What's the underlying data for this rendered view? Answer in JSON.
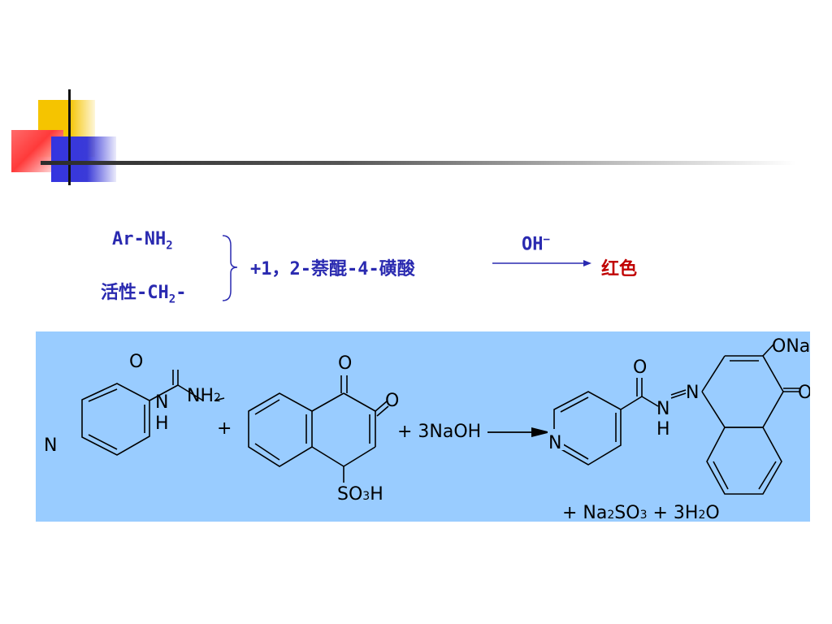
{
  "slide": {
    "decoration": {
      "yellow": "#f5c400",
      "red": "#ff3a3a",
      "blue": "#3434e0"
    },
    "eq1": {
      "amine": "Ar-NH",
      "amine_sub": "2",
      "active_a": "活性-CH",
      "active_sub": "2",
      "active_b": "-",
      "reagent": "+1，2-萘醌-4-磺酸",
      "catalyst": "OH",
      "catalyst_sup": "−",
      "result": "红色"
    },
    "panel": {
      "bg": "#99ccff",
      "isoniazid": {
        "n": "N",
        "o": "O",
        "nh": "N",
        "h": "H",
        "nh2": "NH",
        "nh2_sub": "2"
      },
      "plus1": "+",
      "naphthoquinone": {
        "o1": "O",
        "o2": "O",
        "so3h_a": "SO",
        "so3h_sub": "3",
        "so3h_b": "H"
      },
      "plus_naoh": "+ 3NaOH",
      "product": {
        "n": "N",
        "o": "O",
        "nh": "N",
        "h": "H",
        "n2": "N",
        "ona": "ONa",
        "o2": "O"
      },
      "byproducts": {
        "a": "+ Na",
        "a_sub": "2",
        "b": "SO",
        "b_sub": "3",
        "c": " + 3H",
        "c_sub": "2",
        "d": "O"
      }
    }
  }
}
